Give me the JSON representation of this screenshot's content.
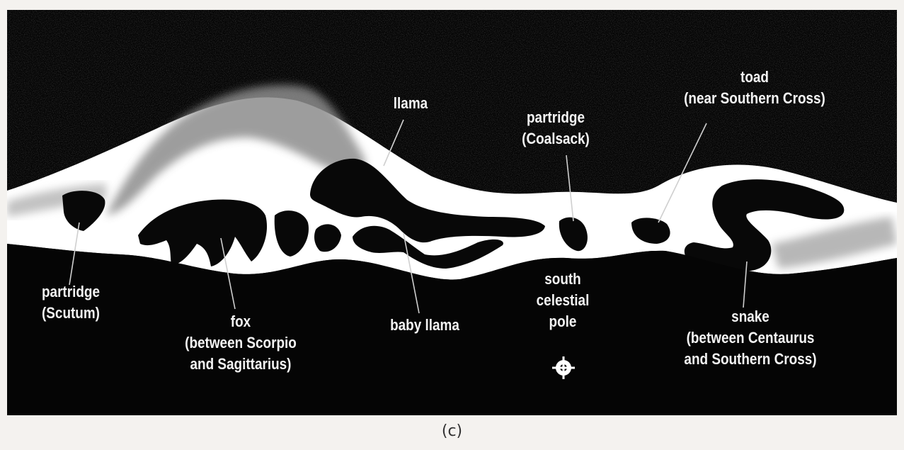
{
  "labels": {
    "llama": "llama",
    "partridge_coalsack": [
      "partridge",
      "(Coalsack)"
    ],
    "toad": [
      "toad",
      "(near Southern Cross)"
    ],
    "partridge_scutum": [
      "partridge",
      "(Scutum)"
    ],
    "fox": [
      "fox",
      "(between Scorpio",
      "and Sagittarius)"
    ],
    "baby_llama": "baby llama",
    "south_celestial_pole": [
      "south",
      "celestial",
      "pole"
    ],
    "snake": [
      "snake",
      "(between Centaurus",
      "and Southern Cross)"
    ]
  },
  "caption": "(c)",
  "colors": {
    "sky": "#050505",
    "milky_way": "#ffffff",
    "dust_haze": "#8d8d8d",
    "dark_cloud": "#080808",
    "label_text": "#f4f4f4",
    "page_background": "#f4f2ef"
  },
  "icons": {
    "pole_marker": "crosshair-circle-icon"
  }
}
